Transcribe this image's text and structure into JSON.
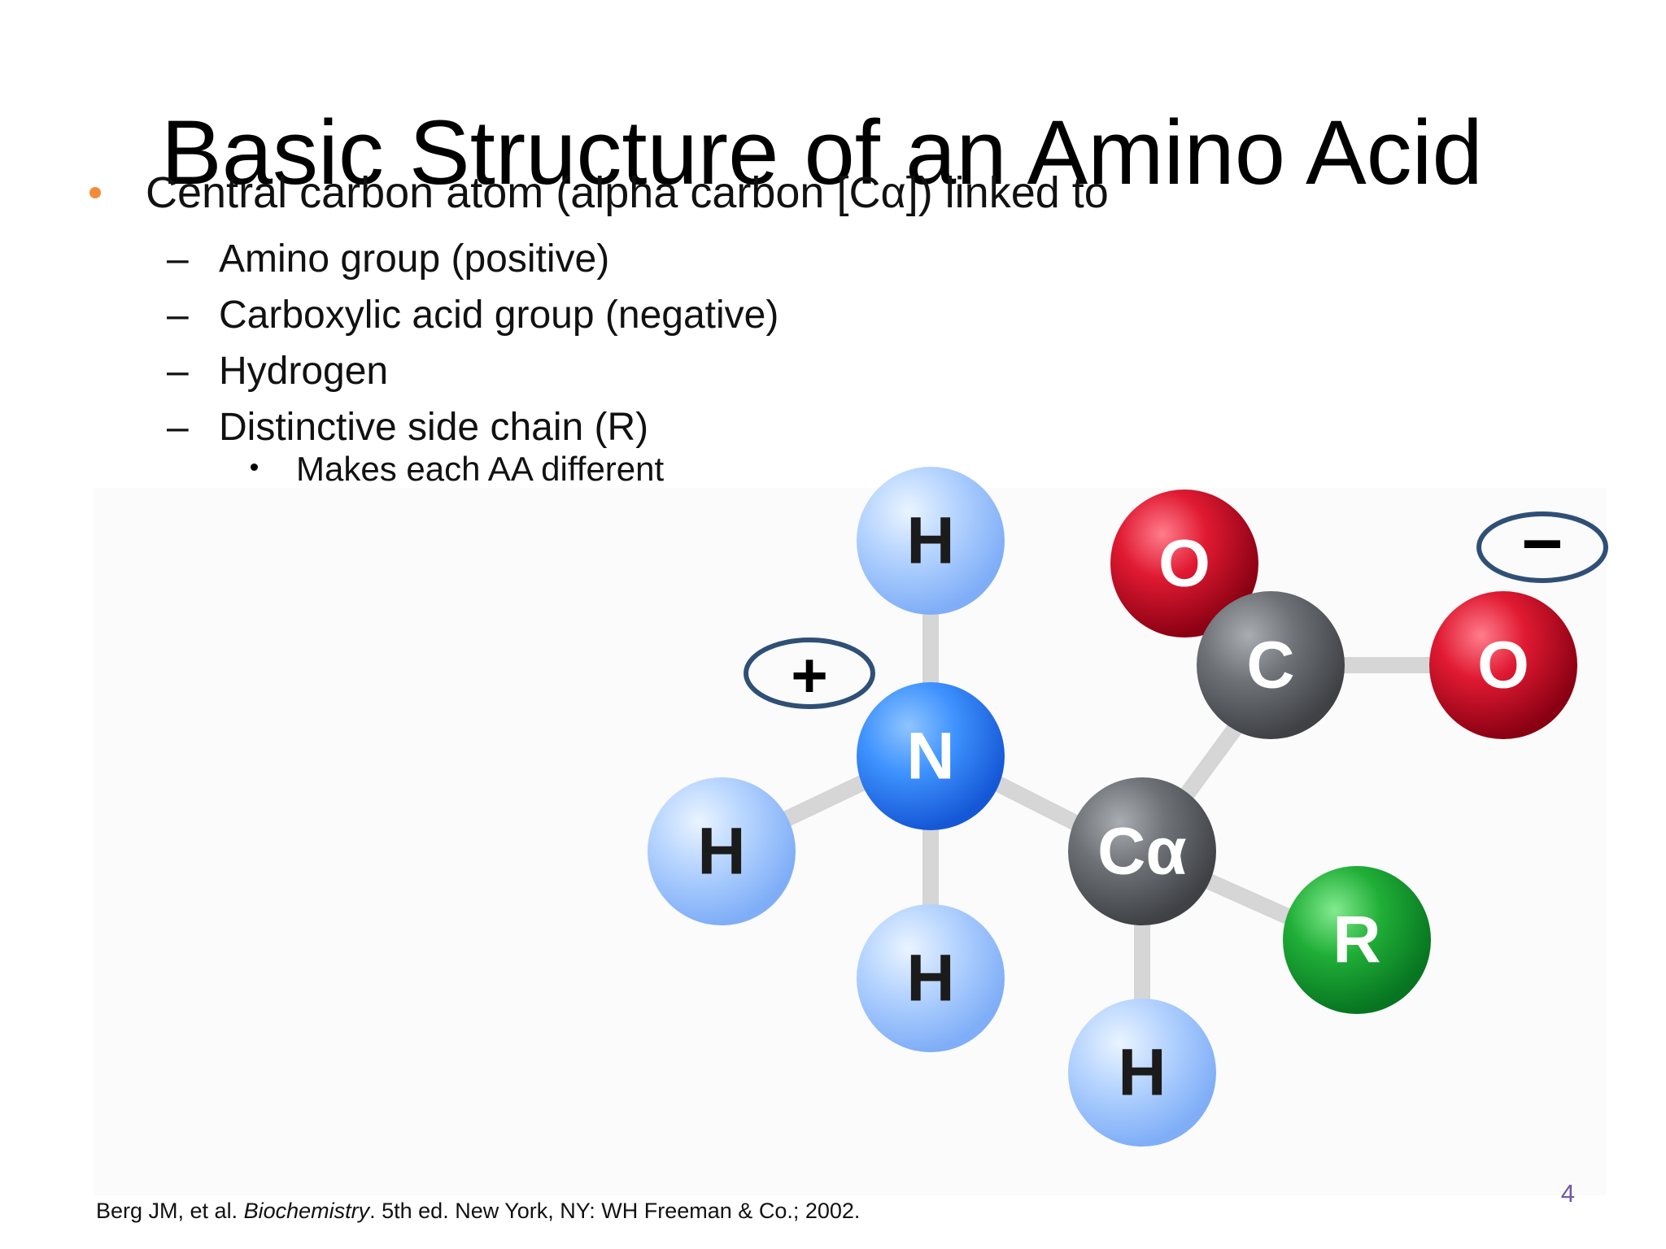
{
  "slide": {
    "title": "Basic Structure of an Amino Acid",
    "main_bullet": "Central carbon atom (alpha carbon [Cα]) linked to",
    "sub_bullets": [
      "Amino group (positive)",
      "Carboxylic acid group (negative)",
      "Hydrogen",
      "Distinctive side chain (R)"
    ],
    "sub_sub_bullet": "Makes each AA different",
    "citation": {
      "before_title": "Berg JM, et al. ",
      "title_italic": "Biochemistry",
      "after_title": ". 5th ed. New York, NY: WH Freeman & Co.; 2002."
    },
    "page_number": "4"
  },
  "molecule": {
    "atoms": [
      {
        "name": "atom-h-top",
        "label": "H",
        "element": "hydrogen"
      },
      {
        "name": "atom-n",
        "label": "N",
        "element": "nitrogen"
      },
      {
        "name": "atom-h-left",
        "label": "H",
        "element": "hydrogen"
      },
      {
        "name": "atom-h-bottom-n",
        "label": "H",
        "element": "hydrogen"
      },
      {
        "name": "atom-c-alpha",
        "label": "Cα",
        "element": "alpha carbon"
      },
      {
        "name": "atom-h-bottom-c",
        "label": "H",
        "element": "hydrogen"
      },
      {
        "name": "atom-c-carboxyl",
        "label": "C",
        "element": "carbon"
      },
      {
        "name": "atom-o-top",
        "label": "O",
        "element": "oxygen"
      },
      {
        "name": "atom-o-right",
        "label": "O",
        "element": "oxygen"
      },
      {
        "name": "atom-r",
        "label": "R",
        "element": "side chain"
      }
    ],
    "charges": [
      {
        "name": "positive-charge-symbol",
        "symbol": "+"
      },
      {
        "name": "negative-charge-symbol",
        "symbol": "−"
      }
    ],
    "colors": {
      "hydrogen": "#9fc6ff",
      "nitrogen": "#2f7ff0",
      "carbon": "#565a5f",
      "oxygen": "#c7001d",
      "side_chain": "#16a52c",
      "charge_outline": "#2f4f77",
      "bullet_accent": "#f28c3a",
      "page_number": "#6f5aa8"
    }
  }
}
